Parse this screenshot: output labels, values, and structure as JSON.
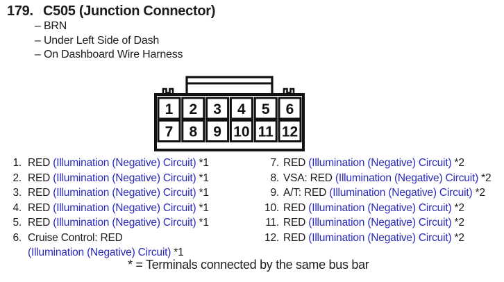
{
  "header": {
    "item_number": "179.",
    "title": "C505 (Junction Connector)",
    "details": [
      "– BRN",
      "– Under Left Side of Dash",
      "– On Dashboard Wire Harness"
    ]
  },
  "connector": {
    "pins": [
      "1",
      "2",
      "3",
      "4",
      "5",
      "6",
      "7",
      "8",
      "9",
      "10",
      "11",
      "12"
    ]
  },
  "pin_list": {
    "left": [
      {
        "num": "1.",
        "prefix": "RED",
        "circuit": "(Illumination (Negative) Circuit)",
        "suffix": "*1"
      },
      {
        "num": "2.",
        "prefix": "RED",
        "circuit": "(Illumination (Negative) Circuit)",
        "suffix": "*1"
      },
      {
        "num": "3.",
        "prefix": "RED",
        "circuit": "(Illumination (Negative) Circuit)",
        "suffix": "*1"
      },
      {
        "num": "4.",
        "prefix": "RED",
        "circuit": "(Illumination (Negative) Circuit)",
        "suffix": "*1"
      },
      {
        "num": "5.",
        "prefix": "RED",
        "circuit": "(Illumination (Negative) Circuit)",
        "suffix": "*1"
      },
      {
        "num": "6.",
        "prefix": "Cruise Control: RED",
        "circuit": "(Illumination (Negative) Circuit)",
        "suffix": "*1"
      }
    ],
    "right": [
      {
        "num": "7.",
        "prefix": "RED",
        "circuit": "(Illumination (Negative) Circuit)",
        "suffix": "*2"
      },
      {
        "num": "8.",
        "prefix": "VSA: RED",
        "circuit": "(Illumination (Negative) Circuit)",
        "suffix": "*2"
      },
      {
        "num": "9.",
        "prefix": "A/T: RED",
        "circuit": "(Illumination (Negative) Circuit)",
        "suffix": "*2"
      },
      {
        "num": "10.",
        "prefix": "RED",
        "circuit": "(Illumination (Negative) Circuit)",
        "suffix": "*2"
      },
      {
        "num": "11.",
        "prefix": "RED",
        "circuit": "(Illumination (Negative) Circuit)",
        "suffix": "*2"
      },
      {
        "num": "12.",
        "prefix": "RED",
        "circuit": "(Illumination (Negative) Circuit)",
        "suffix": "*2"
      }
    ]
  },
  "footnote": "* = Terminals connected by the same bus bar",
  "colors": {
    "circuit_text_blue": "#2a2ab8",
    "body_text_black": "#1c1c1c",
    "background": "#ffffff"
  }
}
